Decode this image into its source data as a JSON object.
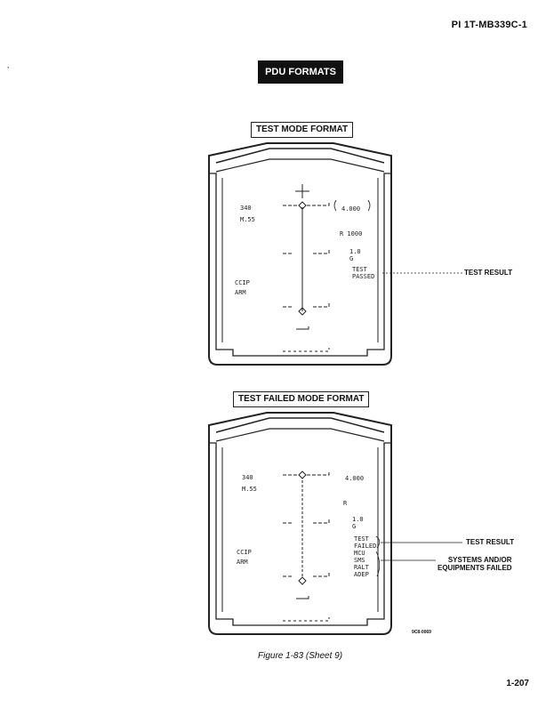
{
  "header": {
    "doc_id": "PI 1T-MB339C-1"
  },
  "section_title": "PDU FORMATS",
  "formats": [
    {
      "label": "TEST MODE FORMAT",
      "left_text": [
        "340",
        "M.55",
        "CCIP",
        "ARM"
      ],
      "right_text": [
        "4.000",
        "R 1000",
        "1.0",
        "G",
        "TEST",
        "PASSED"
      ],
      "callouts": [
        "TEST RESULT"
      ]
    },
    {
      "label": "TEST FAILED MODE FORMAT",
      "left_text": [
        "340",
        "M.55",
        "CCIP",
        "ARM"
      ],
      "right_text": [
        "4.000",
        "R",
        "1.0",
        "G",
        "TEST",
        "FAILED",
        "MCU",
        "SMS",
        "RALT",
        "ADEP"
      ],
      "callouts": [
        "TEST RESULT",
        "SYSTEMS AND/OR\nEQUIPMENTS FAILED"
      ]
    }
  ],
  "figure_code": "9C8-0069",
  "caption": "Figure 1-83 (Sheet 9)",
  "page_number": "1-207",
  "icons": {
    "stray_mark": "quote-mark-icon"
  }
}
